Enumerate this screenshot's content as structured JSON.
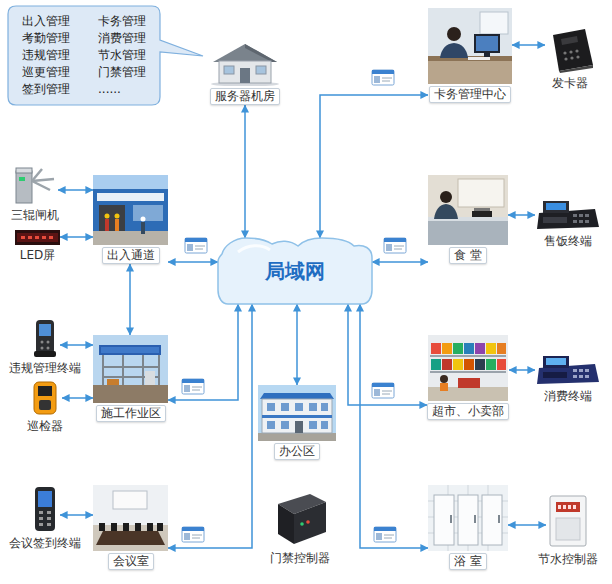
{
  "diagram": {
    "nodes": [
      {
        "text": [
          "出入管理",
          "卡务管理",
          "考勤管理",
          "消费管理",
          "违规管理",
          "节水管理",
          "巡更管理",
          "门禁管理",
          "签到管理",
          "......"
        ]
      },
      {
        "text": [
          "服务器机房"
        ]
      },
      {
        "text": [
          "卡务管理中心"
        ]
      },
      {
        "text": [
          "发卡器"
        ]
      },
      {
        "text": [
          "三辊闸机"
        ]
      },
      {
        "text": [
          "出入通道"
        ]
      },
      {
        "text": [
          "LED屏"
        ]
      },
      {
        "text": [
          "局域网"
        ]
      },
      {
        "text": [
          "食 堂"
        ]
      },
      {
        "text": [
          "售饭终端"
        ]
      },
      {
        "text": [
          "违规管理终端"
        ]
      },
      {
        "text": [
          "施工作业区"
        ]
      },
      {
        "text": [
          "巡检器"
        ]
      },
      {
        "text": [
          "超市、小卖部"
        ]
      },
      {
        "text": [
          "消费终端"
        ]
      },
      {
        "text": [
          "办公区"
        ]
      },
      {
        "text": [
          "会议签到终端"
        ]
      },
      {
        "text": [
          "会议室"
        ]
      },
      {
        "text": [
          "门禁控制器"
        ]
      },
      {
        "text": [
          "浴 室"
        ]
      },
      {
        "text": [
          "节水控制器"
        ]
      }
    ],
    "edges": [
      {
        "from": 1,
        "to": 7,
        "arrow": "both"
      },
      {
        "from": 2,
        "to": 7,
        "arrow": "both"
      },
      {
        "from": 2,
        "to": 3,
        "arrow": "both"
      },
      {
        "from": 4,
        "to": 5,
        "arrow": "both"
      },
      {
        "from": 6,
        "to": 5,
        "arrow": "both"
      },
      {
        "from": 5,
        "to": 7,
        "arrow": "both"
      },
      {
        "from": 5,
        "to": 11,
        "arrow": "both"
      },
      {
        "from": 10,
        "to": 11,
        "arrow": "both"
      },
      {
        "from": 12,
        "to": 11,
        "arrow": "both"
      },
      {
        "from": 11,
        "to": 7,
        "arrow": "both"
      },
      {
        "from": 17,
        "to": 7,
        "arrow": "both"
      },
      {
        "from": 16,
        "to": 17,
        "arrow": "both"
      },
      {
        "from": 15,
        "to": 7,
        "arrow": "both"
      },
      {
        "from": 8,
        "to": 7,
        "arrow": "both"
      },
      {
        "from": 9,
        "to": 8,
        "arrow": "both"
      },
      {
        "from": 13,
        "to": 7,
        "arrow": "both"
      },
      {
        "from": 14,
        "to": 13,
        "arrow": "both"
      },
      {
        "from": 19,
        "to": 7,
        "arrow": "both"
      },
      {
        "from": 20,
        "to": 19,
        "arrow": "both"
      }
    ]
  }
}
